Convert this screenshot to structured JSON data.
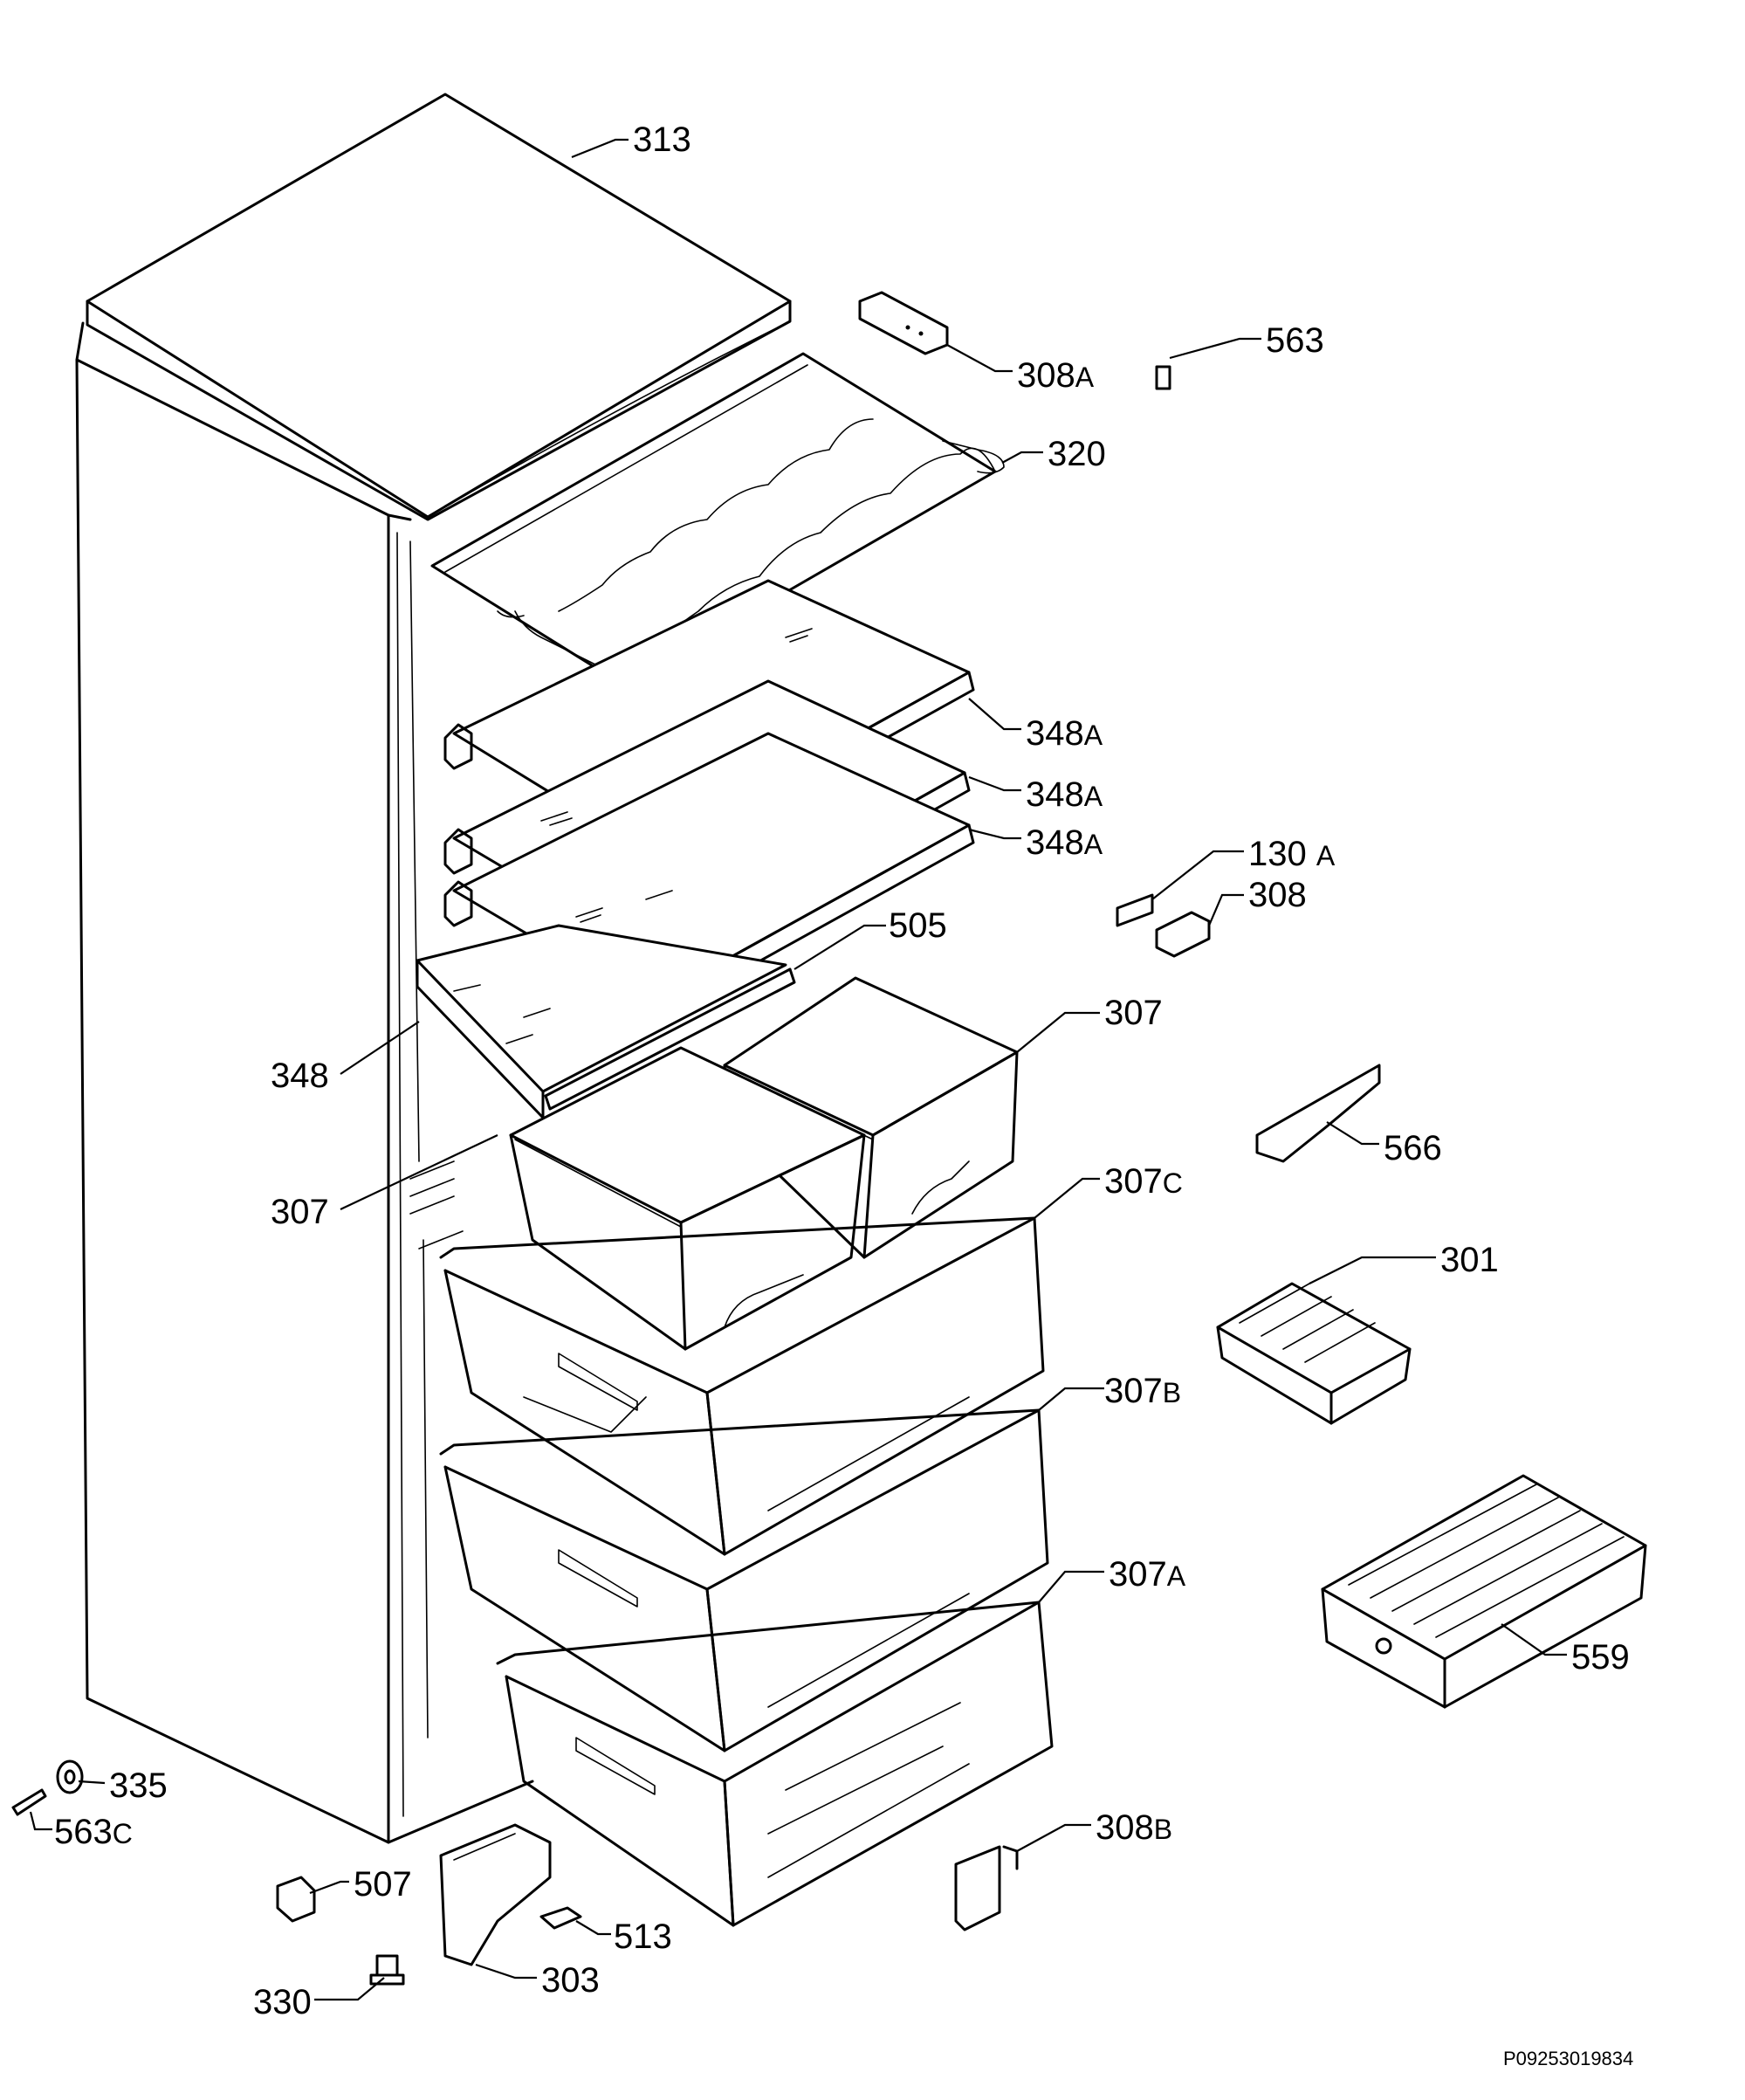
{
  "callouts": {
    "p313": "313",
    "p308a": {
      "num": "308",
      "suf": "A"
    },
    "p563": "563",
    "p320": "320",
    "p348a1": {
      "num": "348",
      "suf": "A"
    },
    "p348a2": {
      "num": "348",
      "suf": "A"
    },
    "p348a3": {
      "num": "348",
      "suf": "A"
    },
    "p130a": {
      "num": "130",
      "suf": "A"
    },
    "p308": "308",
    "p505": "505",
    "p307r": "307",
    "p348": "348",
    "p566": "566",
    "p307l": "307",
    "p307c": {
      "num": "307",
      "suf": "C"
    },
    "p301": "301",
    "p307b": {
      "num": "307",
      "suf": "B"
    },
    "p307a": {
      "num": "307",
      "suf": "A"
    },
    "p559": "559",
    "p335": "335",
    "p563c": {
      "num": "563",
      "suf": "C"
    },
    "p308b": {
      "num": "308",
      "suf": "B"
    },
    "p507": "507",
    "p513": "513",
    "p330": "330",
    "p303": "303"
  },
  "document_number": "P09253019834"
}
